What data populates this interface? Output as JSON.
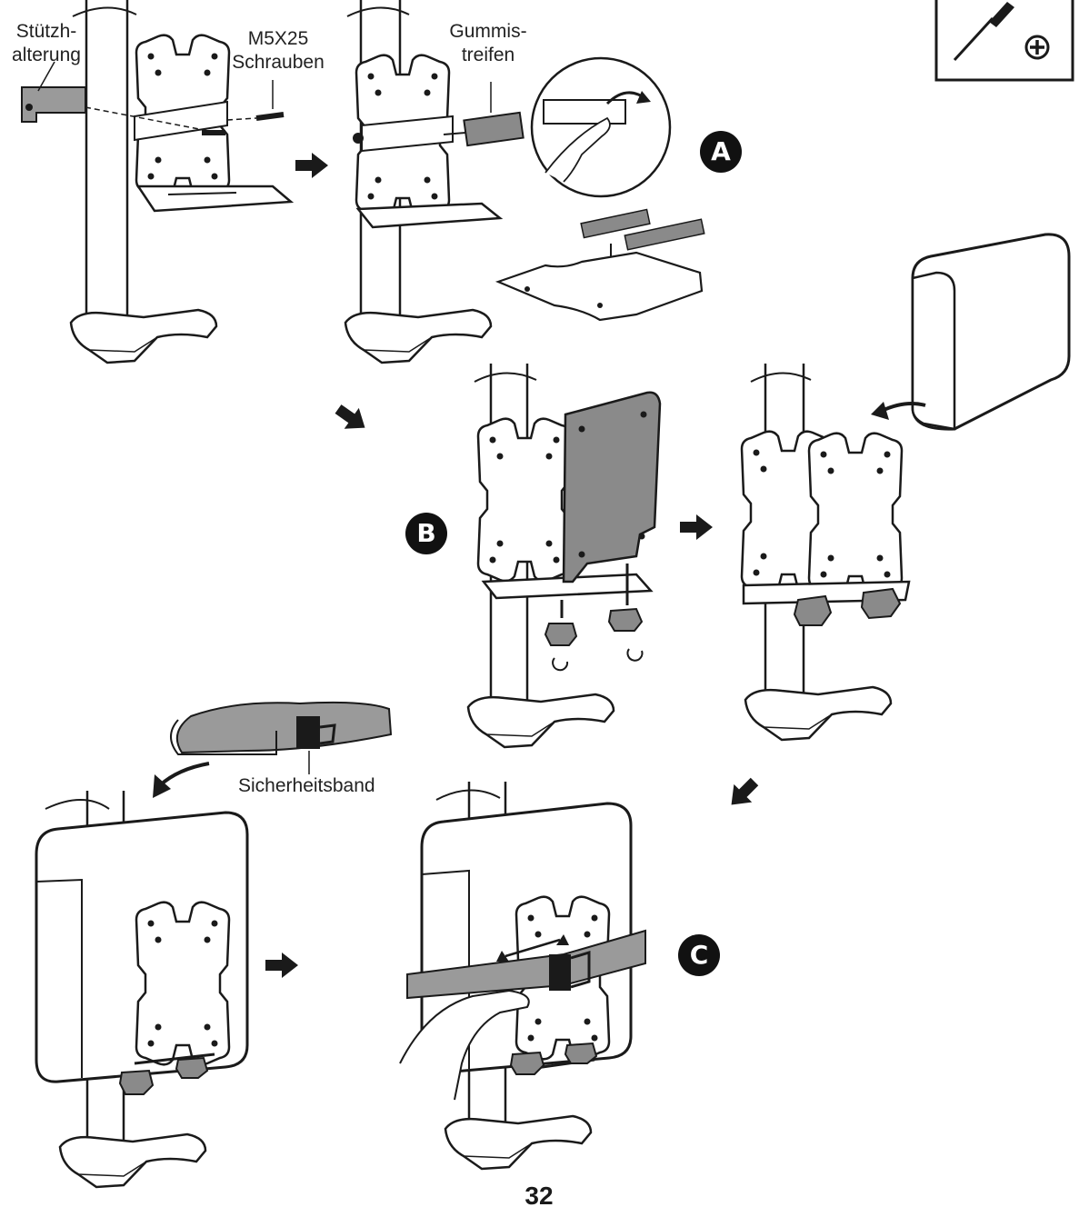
{
  "labels": {
    "support_bracket": "Stützh-\nalterung",
    "screws": "M5X25\nSchrauben",
    "rubber_strips": "Gummis-\ntreifen",
    "safety_strap": "Sicherheitsband"
  },
  "steps": {
    "a": "A",
    "b": "B",
    "c": "C"
  },
  "tool_icons": [
    "screwdriver-icon",
    "phillips-head-icon"
  ],
  "page_number": "32",
  "colors": {
    "line": "#1a1a1a",
    "part_fill": "#8a8a8a",
    "strap": "#9a9a9a",
    "background": "#ffffff"
  }
}
